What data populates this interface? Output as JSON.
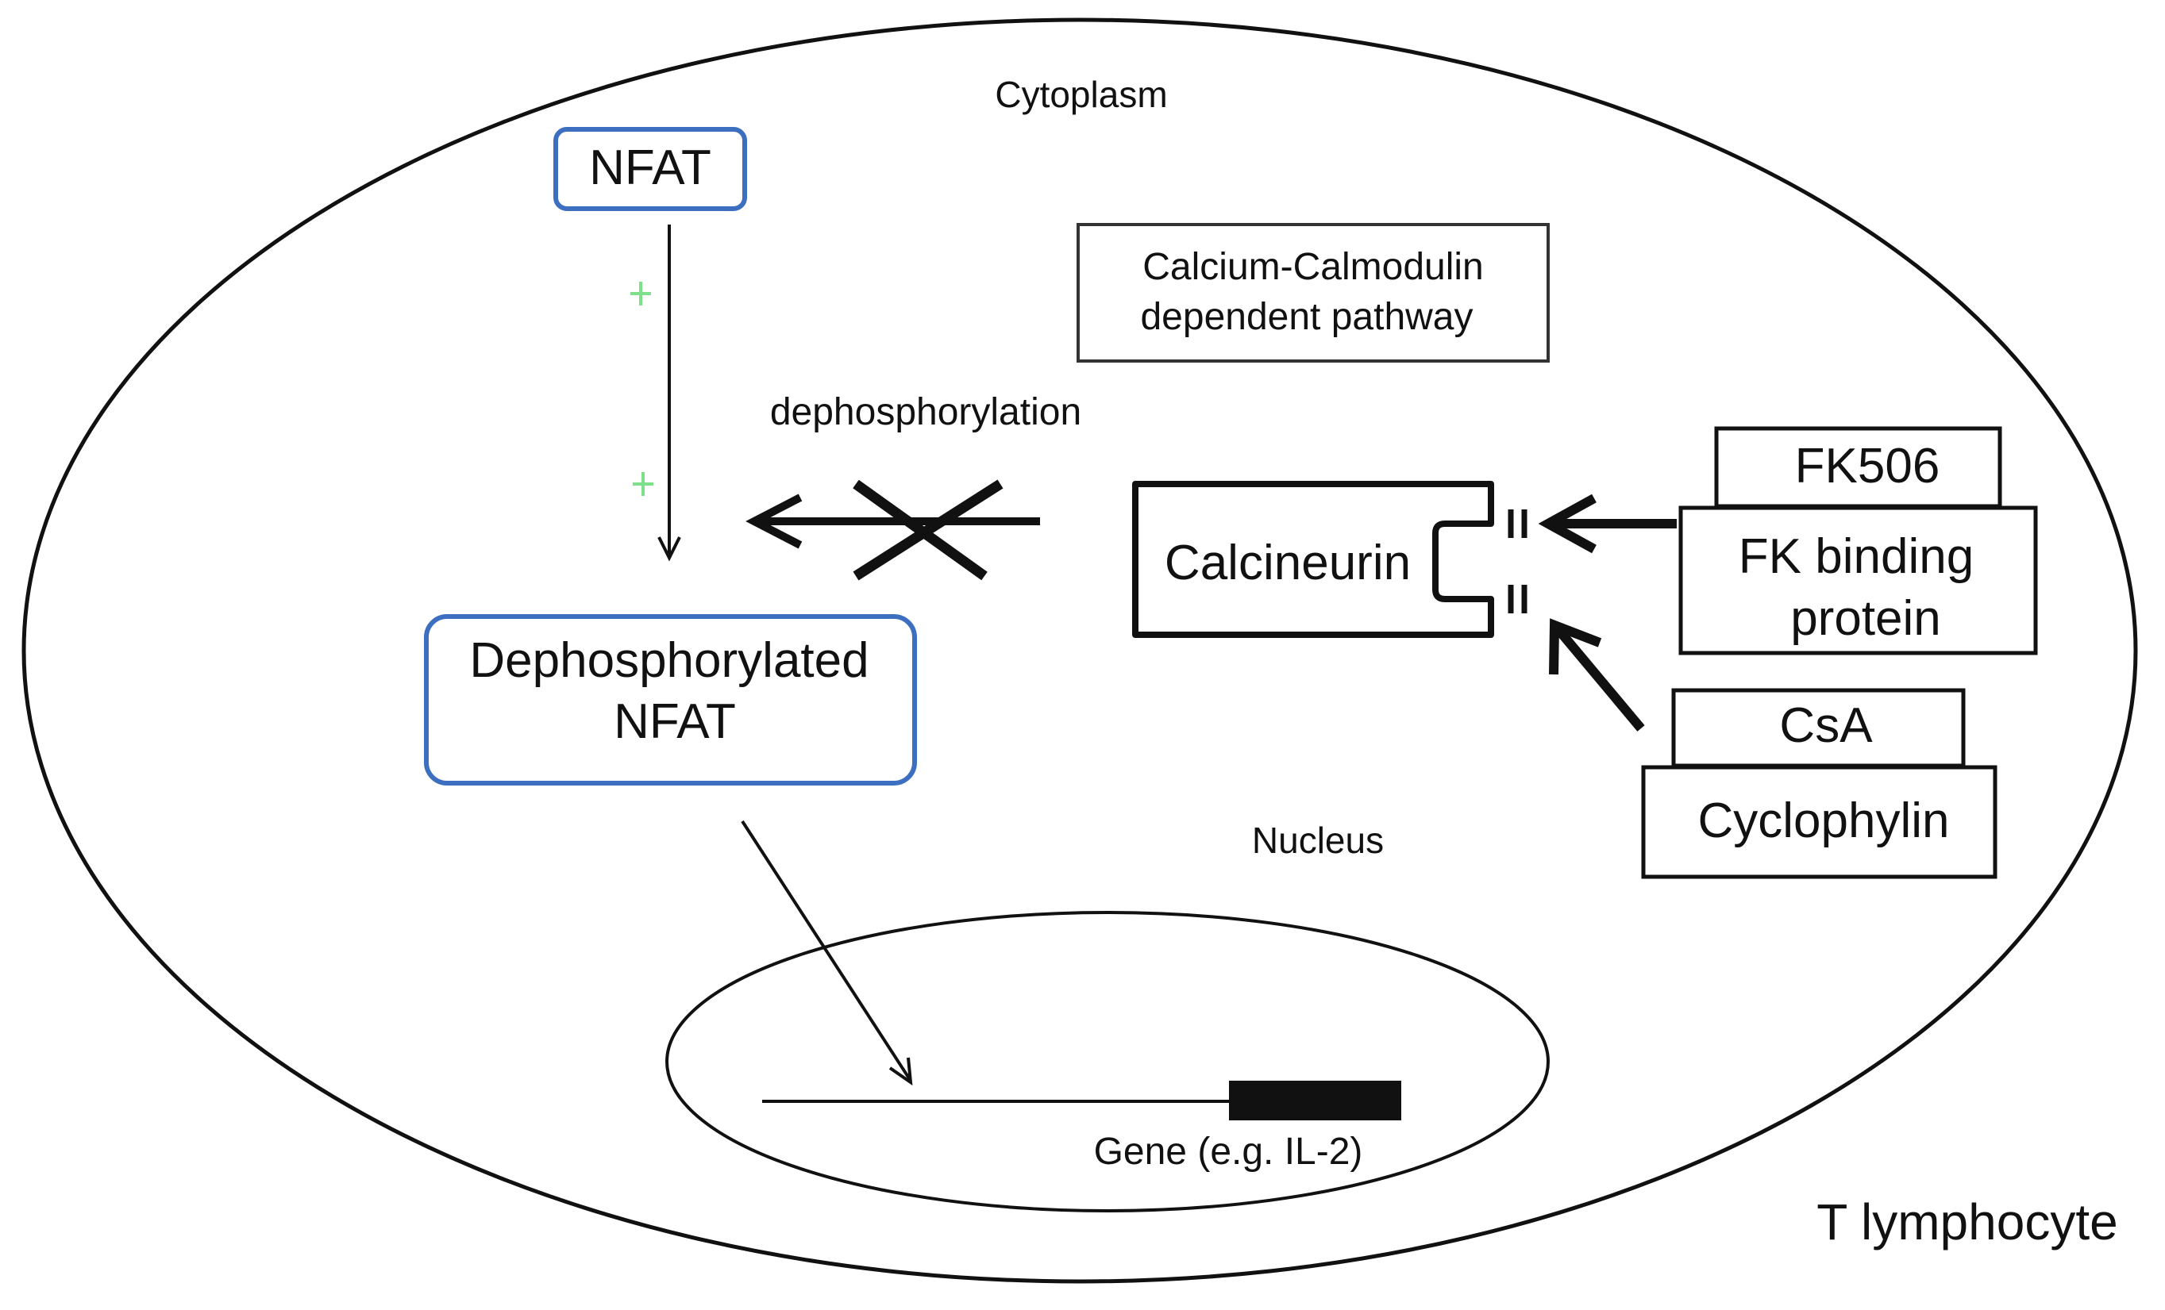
{
  "labels": {
    "cytoplasm": "Cytoplasm",
    "nfat": "NFAT",
    "pathway_line1": "Calcium-Calmodulin",
    "pathway_line2": "dependent pathway",
    "dephosphorylation": "dephosphorylation",
    "calcineurin": "Calcineurin",
    "fk506": "FK506",
    "fk_binding_line1": "FK binding",
    "fk_binding_line2": "protein",
    "csa": "CsA",
    "cyclophylin": "Cyclophylin",
    "dephos_nfat_line1": "Dephosphorylated",
    "dephos_nfat_line2": "NFAT",
    "nucleus": "Nucleus",
    "gene": "Gene (e.g. IL-2)",
    "cell": "T lymphocyte"
  },
  "colors": {
    "nfat_border": "#3d6fc0",
    "line": "#111111",
    "green_mark": "#7ee08a",
    "background": "#ffffff"
  }
}
